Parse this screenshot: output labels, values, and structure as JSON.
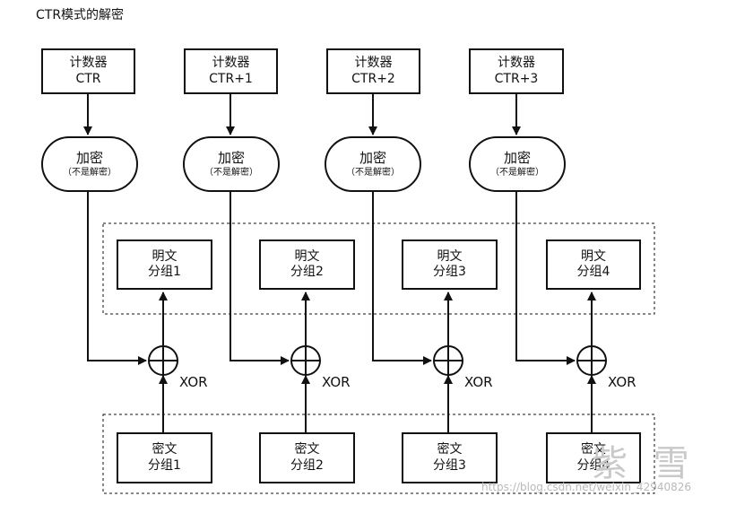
{
  "title": "CTR模式的解密",
  "counters": [
    {
      "line1": "计数器",
      "line2": "CTR"
    },
    {
      "line1": "计数器",
      "line2": "CTR+1"
    },
    {
      "line1": "计数器",
      "line2": "CTR+2"
    },
    {
      "line1": "计数器",
      "line2": "CTR+3"
    }
  ],
  "encrypt_blocks": [
    {
      "main": "加密",
      "sub": "（不是解密）"
    },
    {
      "main": "加密",
      "sub": "（不是解密）"
    },
    {
      "main": "加密",
      "sub": "（不是解密）"
    },
    {
      "main": "加密",
      "sub": "（不是解密）"
    }
  ],
  "plaintext_blocks": [
    {
      "line1": "明文",
      "line2": "分组1"
    },
    {
      "line1": "明文",
      "line2": "分组2"
    },
    {
      "line1": "明文",
      "line2": "分组3"
    },
    {
      "line1": "明文",
      "line2": "分组4"
    }
  ],
  "ciphertext_blocks": [
    {
      "line1": "密文",
      "line2": "分组1"
    },
    {
      "line1": "密文",
      "line2": "分组2"
    },
    {
      "line1": "密文",
      "line2": "分组3"
    },
    {
      "line1": "密文",
      "line2": "分组4"
    }
  ],
  "xor_labels": [
    "XOR",
    "XOR",
    "XOR",
    "XOR"
  ],
  "watermark": {
    "logo_text": "紫 雪",
    "url": "https://blog.csdn.net/weixin_42940826"
  }
}
